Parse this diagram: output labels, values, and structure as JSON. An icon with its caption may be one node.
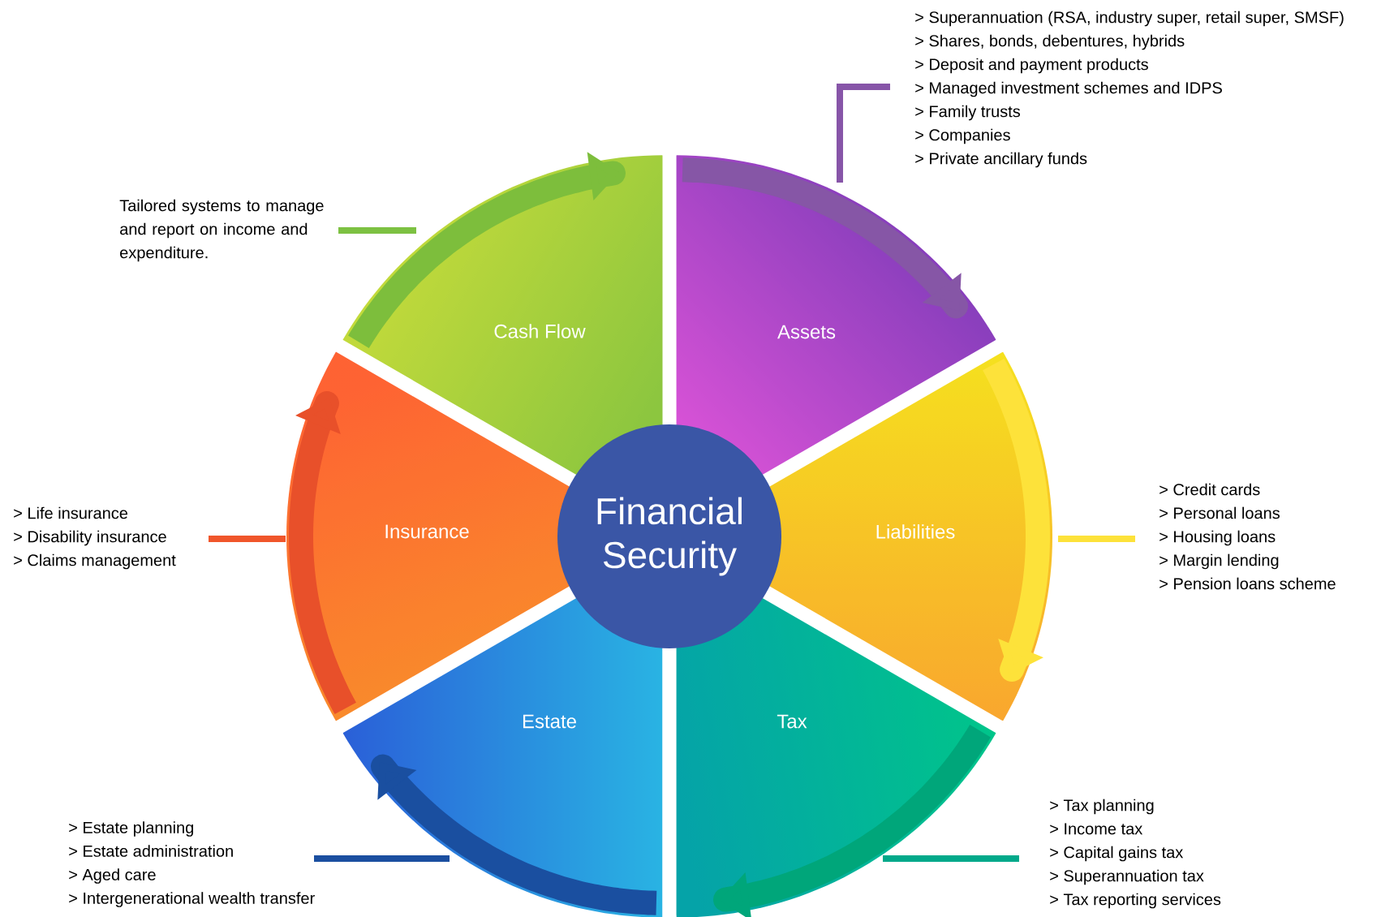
{
  "diagram": {
    "nodes": [
      {
        "text": [
          "Financial Security"
        ]
      },
      {
        "text": [
          "Cash Flow"
        ]
      },
      {
        "text": [
          "Assets"
        ]
      },
      {
        "text": [
          "Liabilities"
        ]
      },
      {
        "text": [
          "Tax"
        ]
      },
      {
        "text": [
          "Estate"
        ]
      },
      {
        "text": [
          "Insurance"
        ]
      },
      {
        "text": [
          "Tailored systems to manage and report on income and expenditure."
        ]
      },
      {
        "text": [
          "> Superannuation (RSA, industry super, retail super, SMSF)",
          "> Shares, bonds, debentures, hybrids",
          "> Deposit and payment products",
          "> Managed investment schemes and IDPS",
          "> Family trusts",
          "> Companies",
          "> Private ancillary funds"
        ]
      },
      {
        "text": [
          "> Credit cards",
          "> Personal loans",
          "> Housing loans",
          "> Margin lending",
          "> Pension loans scheme"
        ]
      },
      {
        "text": [
          "> Tax planning",
          "> Income tax",
          "> Capital gains tax",
          "> Superannuation tax",
          "> Tax reporting services"
        ]
      },
      {
        "text": [
          "> Estate planning",
          "> Estate administration",
          "> Aged care",
          "> Intergenerational wealth transfer"
        ]
      },
      {
        "text": [
          "> Life insurance",
          "> Disability insurance",
          "> Claims management"
        ]
      }
    ],
    "edges": [
      {
        "from": 7,
        "to": 1,
        "arrow": "none",
        "color": "#7dc142"
      },
      {
        "from": 8,
        "to": 2,
        "arrow": "none",
        "color": "#8755a8"
      },
      {
        "from": 9,
        "to": 3,
        "arrow": "none",
        "color": "#fde23a"
      },
      {
        "from": 10,
        "to": 4,
        "arrow": "none",
        "color": "#00a98a"
      },
      {
        "from": 11,
        "to": 5,
        "arrow": "none",
        "color": "#1b4fa0"
      },
      {
        "from": 12,
        "to": 6,
        "arrow": "none",
        "color": "#f0562b"
      }
    ]
  }
}
